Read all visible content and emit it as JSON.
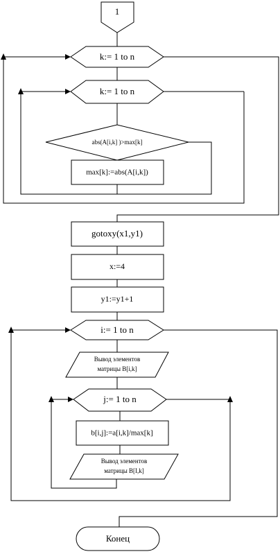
{
  "flowchart": {
    "connector_label": "1",
    "loop_k_outer": "k:= 1 to n",
    "loop_k_inner": "k:= 1 to n",
    "condition": "abs(A[i,k] )>max[k]",
    "assign_max": "max[k]:=abs(A[i,k])",
    "gotoxy": "gotoxy(x1,y1)",
    "assign_x": "x:=4",
    "assign_y1": "y1:=y1+1",
    "loop_i": "i:=  1 to n",
    "output_b1": {
      "line1": "Вывод элементов",
      "line2": "матрицы B[i,k]"
    },
    "loop_j": "j:= 1 to n",
    "assign_b": "b[i,j]:=a[i,k]/max[k]",
    "output_b2": {
      "line1": "Вывод элементов",
      "line2": "матрицы B[I,k]"
    },
    "end_label": "Конец"
  }
}
